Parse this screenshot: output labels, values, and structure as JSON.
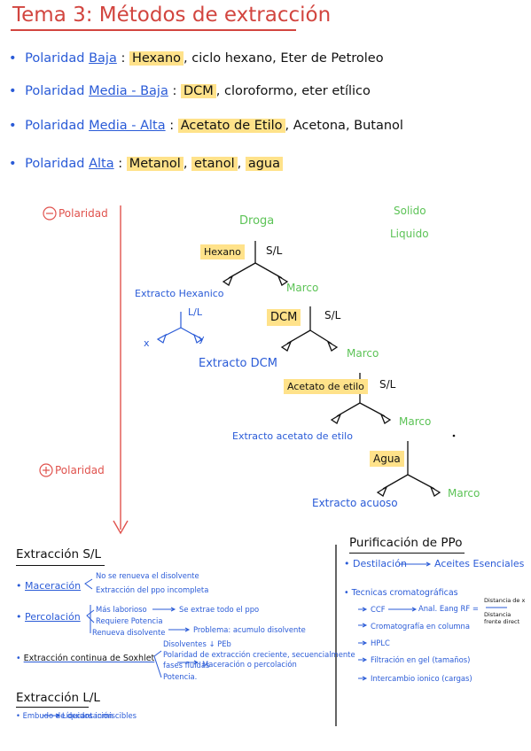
{
  "title": "Tema 3: Métodos de extracción",
  "polarities": [
    {
      "prefix": "Polaridad",
      "level": "Baja",
      "solvents": [
        {
          "text": "Hexano",
          "hl": true
        },
        {
          "text": ", ciclo hexano, Eter de Petroleo",
          "hl": false
        }
      ]
    },
    {
      "prefix": "Polaridad",
      "level": "Media - Baja",
      "solvents": [
        {
          "text": "DCM",
          "hl": true
        },
        {
          "text": ", cloroformo, eter etílico",
          "hl": false
        }
      ]
    },
    {
      "prefix": "Polaridad",
      "level": "Media - Alta",
      "solvents": [
        {
          "text": "Acetato de Etilo",
          "hl": true
        },
        {
          "text": ", Acetona, Butanol",
          "hl": false
        }
      ]
    },
    {
      "prefix": "Polaridad",
      "level": "Alta",
      "solvents": [
        {
          "text": "Metanol",
          "hl": true
        },
        {
          "text": ", ",
          "hl": false
        },
        {
          "text": "etanol",
          "hl": true
        },
        {
          "text": ", ",
          "hl": false
        },
        {
          "text": "agua",
          "hl": true
        }
      ]
    }
  ],
  "scheme": {
    "minus_polarity": "Polaridad",
    "plus_polarity": "Polaridad",
    "droga": "Droga",
    "solido": "Solido",
    "liquido": "Liquido",
    "hexano": "Hexano",
    "sl1": "S/L",
    "marco1": "Marco",
    "extracto_hexanico": "Extracto Hexanico",
    "ll": "L/L",
    "x": "x",
    "y": "y",
    "dcm": "DCM",
    "sl2": "S/L",
    "marco2": "Marco",
    "extracto_dcm": "Extracto DCM",
    "acetato": "Acetato de etilo",
    "sl3": "S/L",
    "marco3": "Marco",
    "extracto_acetato": "Extracto acetato de etilo",
    "agua": "Agua",
    "marco4": "Marco",
    "extracto_acuoso": "Extracto acuoso"
  },
  "sl_section": {
    "heading": "Extracción S/L",
    "maceracion": "Maceración",
    "mac_items": [
      "No se renueva el disolvente",
      "Extracción del ppo incompleta"
    ],
    "percolacion": "Percolación",
    "perc_items": [
      "Más laborioso",
      "Requiere Potencia",
      "Renueva disolvente"
    ],
    "perc_r1": "Se extrae todo el ppo",
    "perc_r3": "Problema: acumulo disolvente",
    "soxhlet": "Extracción continua de Soxhlet",
    "sox_items": [
      "Disolventes ↓ PEb",
      "Polaridad de extracción creciente, secuencialmente",
      "fases fluidas",
      "Potencia."
    ],
    "sox_r3": "Maceración o percolación"
  },
  "ll_section": {
    "heading": "Extracción L/L",
    "item": "Embudo de decantación",
    "result": "Líquidos inmiscibles"
  },
  "pur_section": {
    "heading": "Purificación de PPo",
    "destilacion": "Destilación",
    "aceites": "Aceites Esenciales",
    "tecnicas": "Tecnicas cromatográficas",
    "ccf": "CCF",
    "analisis": "Anal. Eang RF =",
    "rf_num": "Distancia de x",
    "rf_den": "Distancia frente direct",
    "columna": "Cromatografía en columna",
    "hplc": "HPLC",
    "filtracion": "Filtración en gel (tamaños)",
    "intercambio": "Intercambio ionico (cargas)"
  },
  "colors": {
    "red": "#e0524d",
    "blue": "#2a5bd7",
    "green": "#5cc356",
    "highlight": "#ffe28a",
    "ink": "#111111"
  }
}
